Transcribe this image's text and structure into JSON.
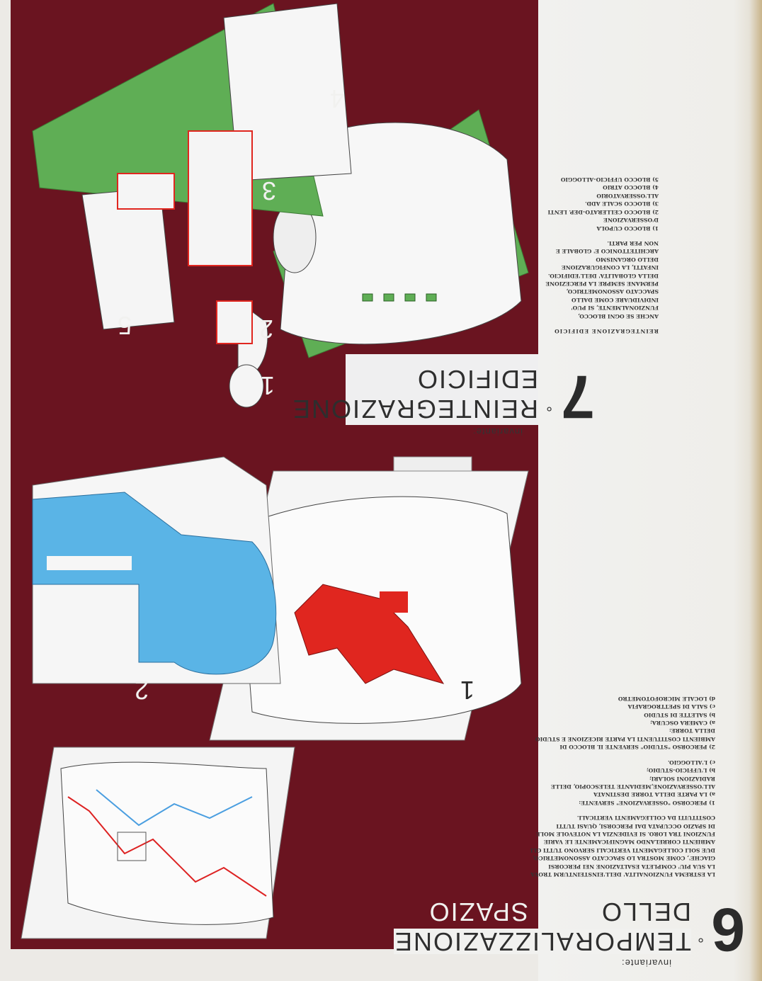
{
  "section6": {
    "kicker": "invariante:",
    "number": "6",
    "degree": "°",
    "title_line1": "TEMPORALIZZAZIONE",
    "title_line2": "DELLO",
    "title_line3": "SPAZIO",
    "intro": "LA ESTREMA FUNZIONALITA' DELL'EINSTEINTURM TROVA LA SUA PIU' COMPLETA ESALTAZIONE NEI PERCORSI GIACHE', COME MOSTRA LO SPACCATO ASSONOMETRICO, DUE SOLI COLLEGAMENTI VERTICALI SERVONO TUTTI GLI AMBIENTI CORRELANDO MAGNIFICAMENTE LE VARIE FUNZIONI TRA LORO. SI EVIDENZIA LA NOTEVOLE MOLE DI SPAZIO OCCUPATA DAI PERCORSI, QUASI TUTTI COSTITUITI DA COLLEGAMENTI VERTICALI.",
    "path1_title": "1) PERCORSO \"OSSERVAZIONE\" SERVENTE:",
    "path1_items": [
      "a) LA PARTE DELLA TORRE DESTINATA ALL'OSSERVAZIONE,MEDIANTE TELESCOPIO, DELLE RADIAZIONI SOLARI;",
      "b) L'UFFICIO-STUDIO;",
      "c) L'ALLOGGIO."
    ],
    "path2_title": "2) PERCORSO \"STUDIO\" SERVENTE IL BLOCCO DI AMBIENTI COSTITUENTI LA PARTE RICEZIONE E STUDIO DELLA TORRE:",
    "path2_items": [
      "a) CAMERA OSCURA;",
      "b) SALETTE DI STUDIO",
      "c) SALA DI SPETTROGRAFIA",
      "d) LOCALE MICROFOTOMETRO"
    ],
    "figure_labels": [
      "1",
      "2"
    ]
  },
  "section7": {
    "kicker": "invariante:",
    "number": "7",
    "degree": "°",
    "title_line1": "REINTEGRAZIONE",
    "title_line2": "EDIFICIO",
    "heading": "REINTEGRAZIONE EDIFICIO",
    "intro": "ANCHE SE OGNI BLOCCO, FUNZIONALMENTE, SI PUO' INDIVIDUARE COME DALLO SPACCATO ASSONOMETRICO, PERMANE SEMPRE LA PERCEZIONE DELLA GLOBALITA' DELL'EDIFICIO. INFATTI, LA CONFIGURAZIONE DELLO ORGANISMO ARCHITETTONICO E' GLOBALE E NON PER PARTI.",
    "items": [
      "1) BLOCCO CUPOLA D'OSSERVAZIONE",
      "2) BLOCCO CELLERATO-DEP. LENTI",
      "3) BLOCCO SCALE ADD. ALL'OSSERVATORIO",
      "4) BLOCCO ATRIO",
      "5) BLOCCO UFFICIO-ALLOGGIO"
    ],
    "figure_labels": [
      "1",
      "2",
      "3",
      "4",
      "5"
    ]
  },
  "colors": {
    "maroon": "#6a1420",
    "green": "#5fae55",
    "red": "#e0261f",
    "blue": "#5ab4e6"
  }
}
